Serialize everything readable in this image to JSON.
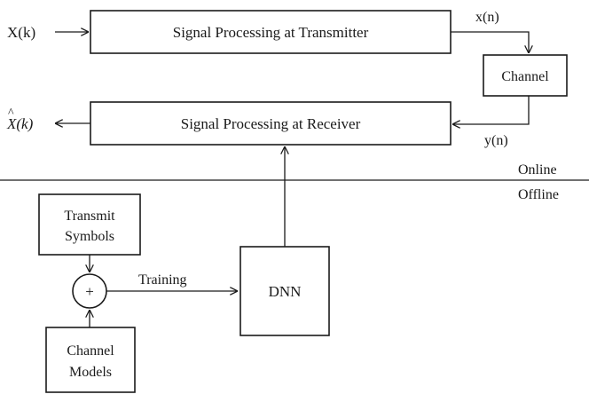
{
  "inputs": {
    "x_k": "X(k)",
    "x_hat_symbol": "X",
    "x_hat_arg": "(k)"
  },
  "blocks": {
    "transmitter": "Signal Processing at Transmitter",
    "channel": "Channel",
    "receiver": "Signal Processing at Receiver",
    "transmit_symbols_line1": "Transmit",
    "transmit_symbols_line2": "Symbols",
    "channel_models_line1": "Channel",
    "channel_models_line2": "Models",
    "dnn": "DNN",
    "adder": "+"
  },
  "signals": {
    "x_n": "x(n)",
    "y_n": "y(n)",
    "training": "Training"
  },
  "sections": {
    "online": "Online",
    "offline": "Offline"
  },
  "colors": {
    "stroke": "#1a1a1a",
    "background": "#ffffff"
  }
}
